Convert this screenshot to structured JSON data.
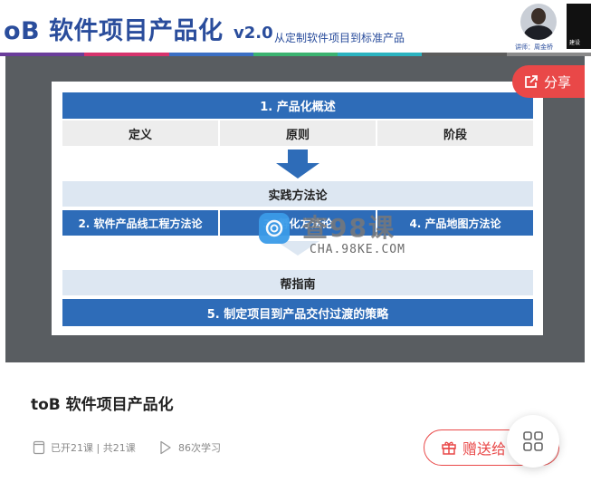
{
  "banner": {
    "title": "oB 软件项目产品化",
    "version": "v2.0",
    "subtitle": "从定制软件项目到标准产品",
    "lecturer": "讲师：周金桥",
    "book_text": "建设",
    "strip_colors": [
      "#6a3d9a",
      "#d6336c",
      "#3b6fc4",
      "#3cb371",
      "#2bb3c0",
      "#5c5c5c",
      "#8a8a8a"
    ]
  },
  "slide": {
    "section1": "1. 产品化概述",
    "row1": [
      "定义",
      "原则",
      "阶段"
    ],
    "practice_header": "实践方法论",
    "row2": [
      "2. 软件产品线工程方法论",
      "3. 孵化方法论",
      "4. 产品地图方法论"
    ],
    "guide_header": "帮指南",
    "section5": "5. 制定项目到产品交付过渡的策略"
  },
  "watermark": {
    "main": "查98课",
    "url": "CHA.98KE.COM"
  },
  "share": {
    "label": "分享"
  },
  "course": {
    "title": "toB 软件项目产品化",
    "lessons": "已开21课 | 共21课",
    "views": "86次学习"
  },
  "gift": {
    "label": "赠送给"
  },
  "colors": {
    "accent": "#e94848",
    "slide_blue": "#2e6cb8",
    "brand_blue": "#2a4d9c"
  }
}
